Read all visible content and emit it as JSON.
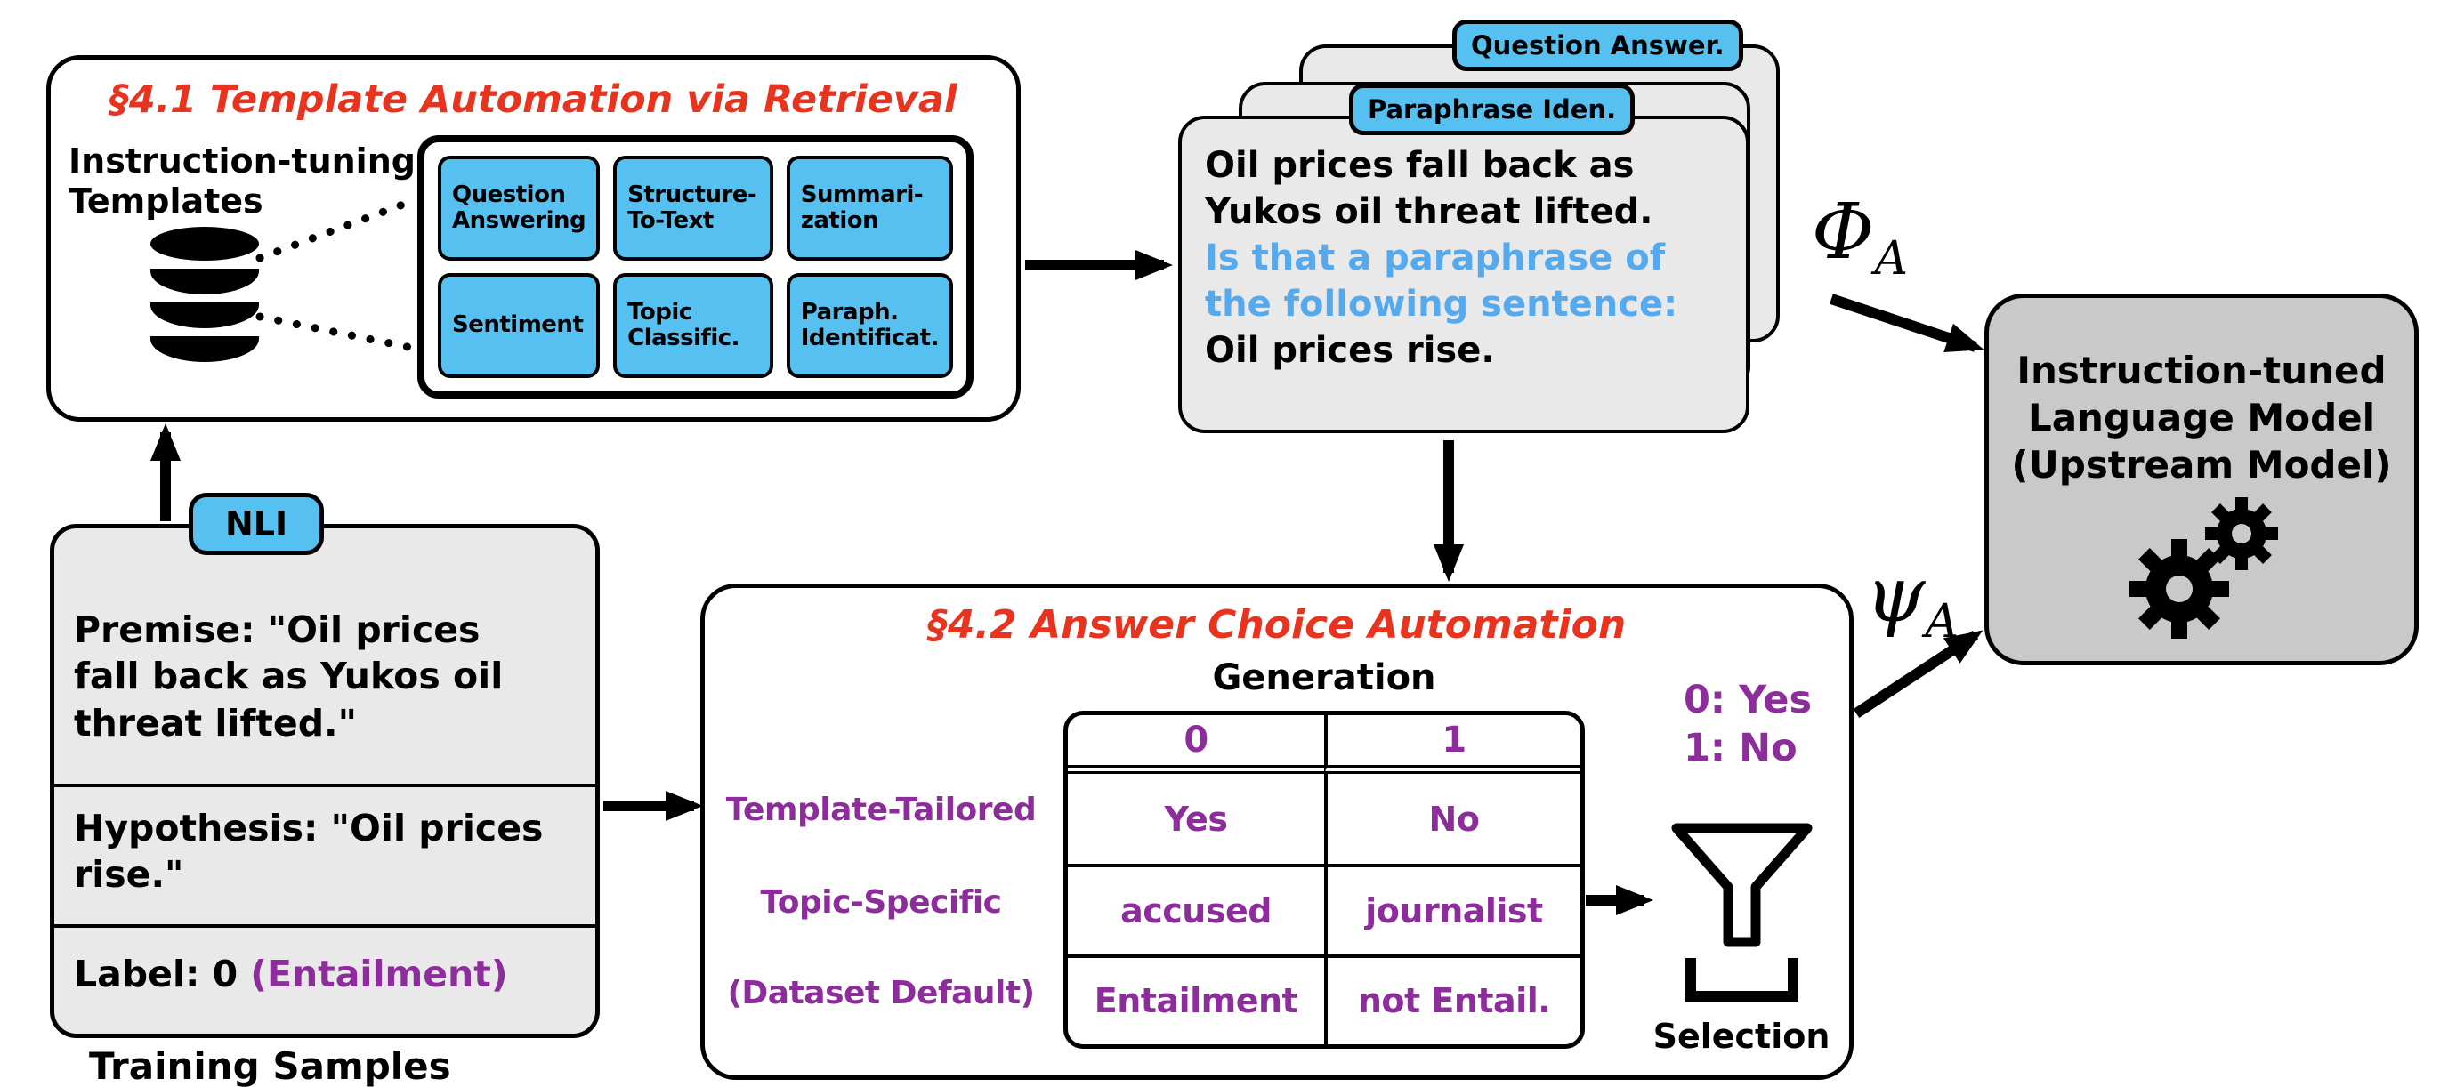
{
  "colors": {
    "blue_fill": "#56c1f0",
    "red_heading": "#e8341f",
    "purple": "#8d2d9c",
    "prompt_blue_text": "#55a9ee",
    "card_bg": "#e9e9e9",
    "model_bg": "#c9c9c9",
    "border": "#000000"
  },
  "s41": {
    "title": "§4.1 Template Automation via Retrieval",
    "templates_label": "Instruction-tuning\nTemplates",
    "boxes": [
      "Question\nAnswering",
      "Structure-\nTo-Text",
      "Summari-\nzation",
      "Sentiment",
      "Topic\nClassific.",
      "Paraph.\nIdentificat."
    ]
  },
  "prompt": {
    "tab_back": "Question Answer.",
    "tab_front": "Paraphrase Iden.",
    "sentence1": "Oil prices fall back as\nYukos oil threat lifted.",
    "template_text": "Is that a paraphrase of\nthe following sentence:",
    "sentence2": "Oil prices rise."
  },
  "phi": {
    "symbol": "Φ",
    "sub": "A"
  },
  "psi": {
    "symbol": "ψ",
    "sub": "A"
  },
  "model": {
    "label": "Instruction-tuned\nLanguage Model\n(Upstream Model)"
  },
  "nli": {
    "tab": "NLI",
    "premise": "Premise: \"Oil prices\nfall back as Yukos oil\nthreat lifted.\"",
    "hypothesis": "Hypothesis: \"Oil prices\nrise.\"",
    "label_prefix": "Label: 0",
    "label_value": "(Entailment)",
    "caption": "Training Samples"
  },
  "s42": {
    "title": "§4.2 Answer Choice Automation",
    "generation": "Generation",
    "columns": [
      "0",
      "1"
    ],
    "row_labels": [
      "Template-Tailored",
      "Topic-Specific",
      "(Dataset Default)"
    ],
    "cells": [
      [
        "Yes",
        "No"
      ],
      [
        "accused",
        "journalist"
      ],
      [
        "Entailment",
        "not Entail."
      ]
    ],
    "legend": "0: Yes\n1: No",
    "selection": "Selection"
  }
}
